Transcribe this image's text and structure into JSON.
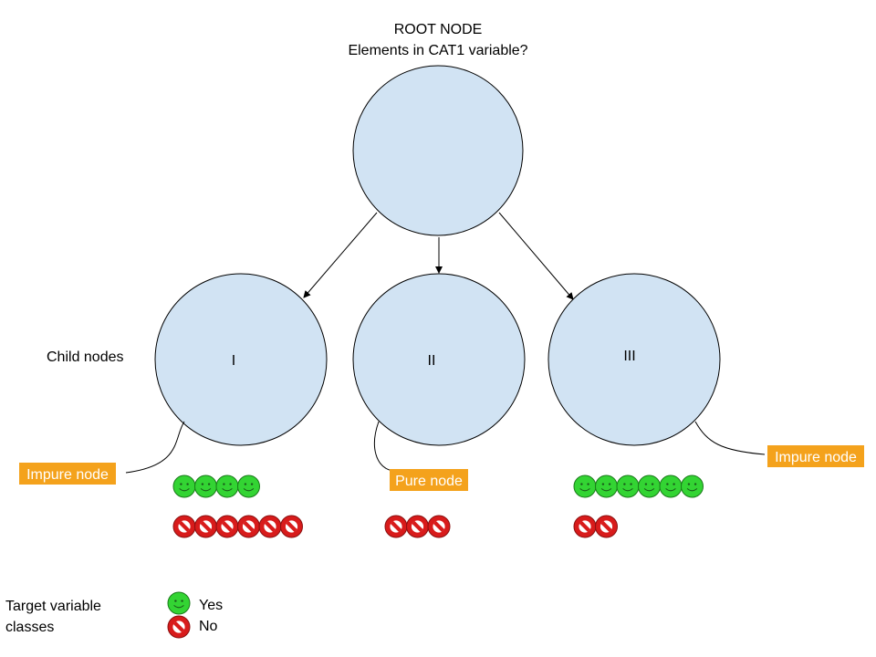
{
  "root": {
    "title": "ROOT NODE",
    "question": "Elements in CAT1 variable?"
  },
  "child_nodes_label": "Child nodes",
  "children": [
    {
      "label": "I",
      "tag": "Impure node",
      "yes": 4,
      "no": 6
    },
    {
      "label": "II",
      "tag": "Pure node",
      "yes": 0,
      "no": 3
    },
    {
      "label": "III",
      "tag": "Impure node",
      "yes": 6,
      "no": 2
    }
  ],
  "legend": {
    "title_line1": "Target variable",
    "title_line2": "classes",
    "yes_label": "Yes",
    "no_label": "No"
  },
  "colors": {
    "node_fill": "#d1e3f3",
    "tag_fill": "#f4a21c",
    "yes_fill": "#33d433",
    "no_fill": "#d81b1b"
  },
  "icons": {
    "yes": "smiley-face-icon",
    "no": "no-symbol-icon"
  }
}
